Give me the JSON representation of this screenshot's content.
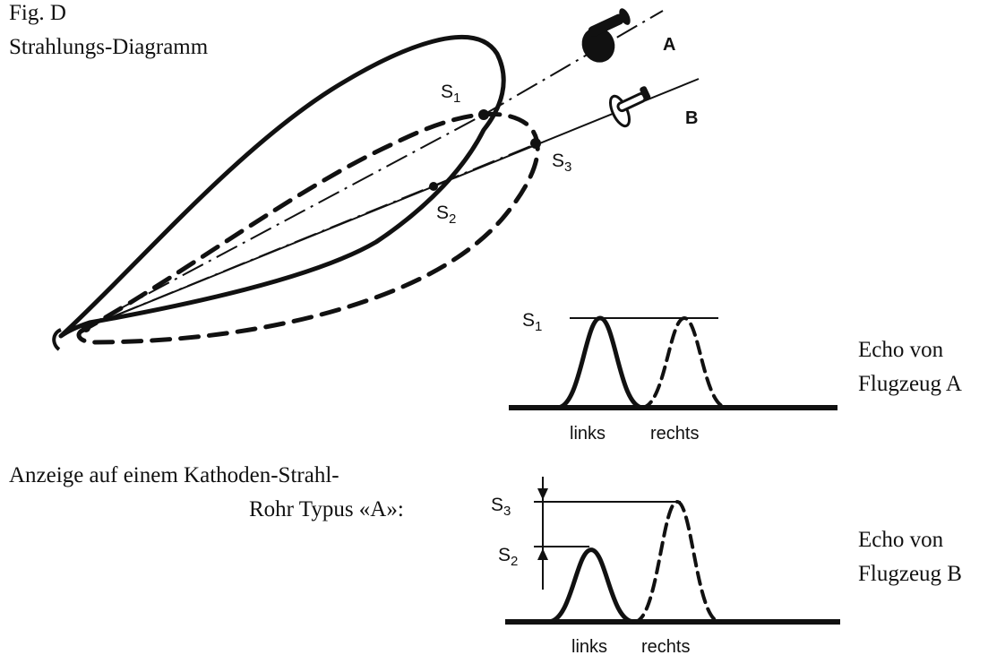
{
  "figure": {
    "fig_label": "Fig. D",
    "title": "Strahlungs-Diagramm"
  },
  "targets": {
    "a_label": "A",
    "b_label": "B"
  },
  "points": {
    "s1": {
      "base": "S",
      "sub": "1"
    },
    "s2": {
      "base": "S",
      "sub": "2"
    },
    "s3": {
      "base": "S",
      "sub": "3"
    }
  },
  "scope_a": {
    "level_label": {
      "base": "S",
      "sub": "1"
    },
    "left_label": "links",
    "right_label": "rechts",
    "caption_line1": "Echo von",
    "caption_line2": "Flugzeug A",
    "left_pulse_height": 1.0,
    "right_pulse_height": 1.0
  },
  "scope_b": {
    "upper_level_label": {
      "base": "S",
      "sub": "3"
    },
    "lower_level_label": {
      "base": "S",
      "sub": "2"
    },
    "left_label": "links",
    "right_label": "rechts",
    "caption_line1": "Echo von",
    "caption_line2": "Flugzeug B",
    "left_pulse_height": 0.6,
    "right_pulse_height": 1.0
  },
  "display_caption": {
    "line1": "Anzeige auf einem Kathoden-Strahl-",
    "line2": "Rohr Typus «A»:"
  }
}
